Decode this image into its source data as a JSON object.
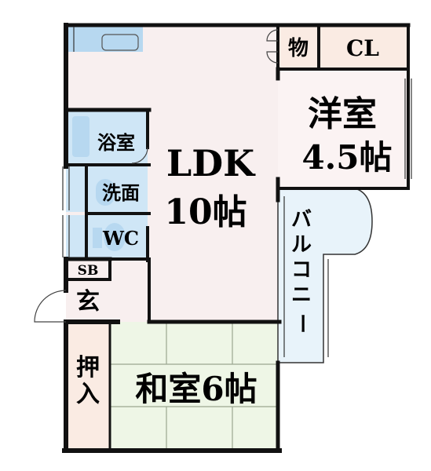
{
  "colors": {
    "ldk": "#f8efef",
    "western": "#fbf3f3",
    "tatami": "#eef6e6",
    "tatami_line": "#9aa690",
    "closet": "#faebe3",
    "wet_area": "#cfe6f6",
    "fixture": "#b7d8f0",
    "balcony": "#e8f3fa",
    "wall": "#111111"
  },
  "rooms": {
    "ldk": {
      "label": "LDK",
      "size": "10帖"
    },
    "western": {
      "label": "洋室",
      "size": "4.5帖"
    },
    "japanese": {
      "label": "和室6帖"
    },
    "storage": {
      "label": "物"
    },
    "closet": {
      "label": "CL"
    },
    "bath": {
      "label": "浴室"
    },
    "washroom": {
      "label": "洗面"
    },
    "toilet": {
      "label": "WC"
    },
    "shoe_box": {
      "label": "SB"
    },
    "entrance": {
      "label": "玄"
    },
    "futon_closet": {
      "chars": [
        "押",
        "入"
      ]
    },
    "balcony": {
      "chars": [
        "バ",
        "ル",
        "コ",
        "ニ",
        "ー"
      ]
    }
  }
}
